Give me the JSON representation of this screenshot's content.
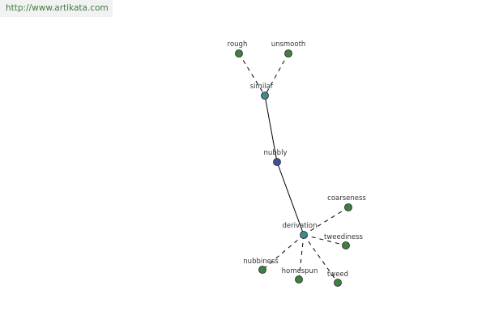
{
  "source_url": "http://www.artikata.com",
  "colors": {
    "leaf": "#3f7f3f",
    "hub": "#3f8a8a",
    "center": "#3f4f9a"
  },
  "nodes": [
    {
      "id": "rough",
      "label": "rough",
      "kind": "leaf"
    },
    {
      "id": "unsmooth",
      "label": "unsmooth",
      "kind": "leaf"
    },
    {
      "id": "similar",
      "label": "similar",
      "kind": "hub"
    },
    {
      "id": "nubbly",
      "label": "nubbly",
      "kind": "center"
    },
    {
      "id": "derivation",
      "label": "derivation",
      "kind": "hub"
    },
    {
      "id": "coarseness",
      "label": "coarseness",
      "kind": "leaf"
    },
    {
      "id": "tweediness",
      "label": "tweediness",
      "kind": "leaf"
    },
    {
      "id": "nubbiness",
      "label": "nubbiness",
      "kind": "leaf"
    },
    {
      "id": "homespun",
      "label": "homespun",
      "kind": "leaf"
    },
    {
      "id": "tweed",
      "label": "tweed",
      "kind": "leaf"
    }
  ],
  "edges": [
    {
      "from": "rough",
      "to": "similar",
      "style": "dashed"
    },
    {
      "from": "unsmooth",
      "to": "similar",
      "style": "dashed"
    },
    {
      "from": "similar",
      "to": "nubbly",
      "style": "solid"
    },
    {
      "from": "nubbly",
      "to": "derivation",
      "style": "solid"
    },
    {
      "from": "derivation",
      "to": "coarseness",
      "style": "dashed"
    },
    {
      "from": "derivation",
      "to": "tweediness",
      "style": "dashed"
    },
    {
      "from": "derivation",
      "to": "nubbiness",
      "style": "dashed"
    },
    {
      "from": "derivation",
      "to": "homespun",
      "style": "dashed"
    },
    {
      "from": "derivation",
      "to": "tweed",
      "style": "dashed"
    }
  ]
}
